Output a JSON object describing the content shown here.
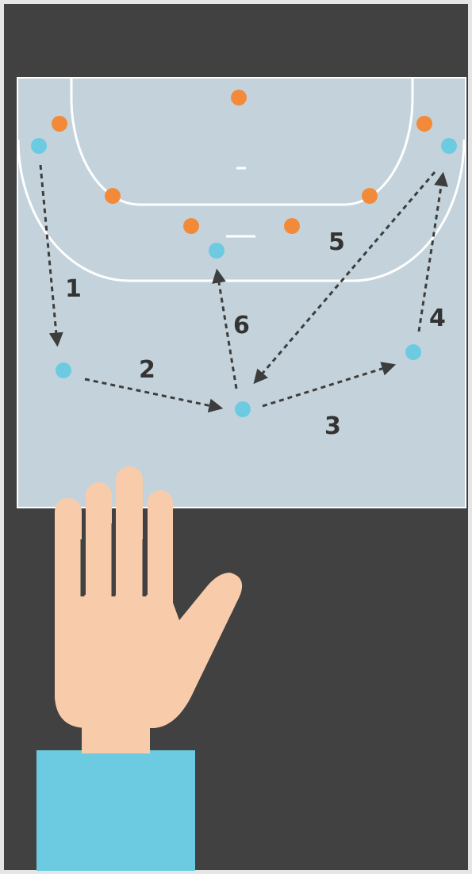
{
  "colors": {
    "background": "#414141",
    "frame": "#e5e5e5",
    "court": "#c4d3db",
    "court_lines": "#ffffff",
    "attacker": "#6ccbe1",
    "defender": "#f28a3a",
    "arrow": "#3d3d3d",
    "label": "#333333",
    "hand": "#f8ccaa",
    "sleeve": "#6ccbe0"
  },
  "players": {
    "attackers": [
      "left-wing",
      "left-back",
      "center-back",
      "right-back",
      "right-wing",
      "pivot"
    ],
    "defenders": [
      "d1",
      "d2",
      "d3",
      "d4",
      "d5",
      "d6",
      "advanced"
    ]
  },
  "passes": [
    {
      "label": "1",
      "from": "left-wing",
      "to": "left-back"
    },
    {
      "label": "2",
      "from": "left-back",
      "to": "center-back"
    },
    {
      "label": "3",
      "from": "center-back",
      "to": "right-back"
    },
    {
      "label": "4",
      "from": "right-back",
      "to": "right-wing"
    },
    {
      "label": "5",
      "from": "right-wing",
      "to": "center-back"
    },
    {
      "label": "6",
      "from": "center-back",
      "to": "pivot"
    }
  ],
  "hand_signal": {
    "fingers_shown": 5,
    "icon": "open-hand-icon"
  }
}
